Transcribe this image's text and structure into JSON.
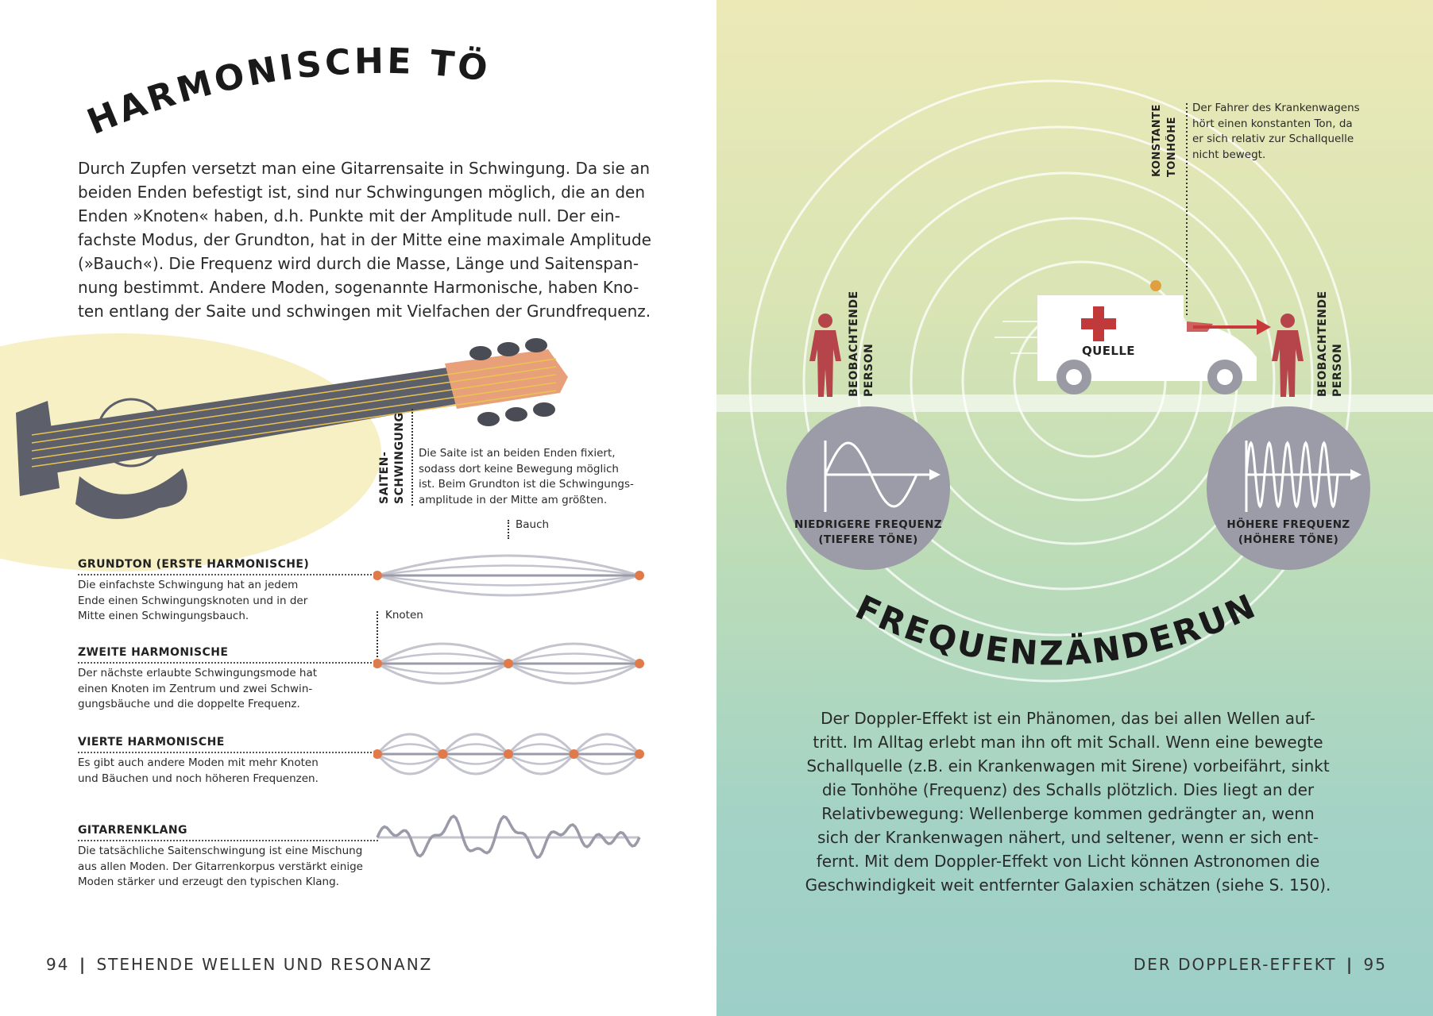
{
  "left_page": {
    "title": "HARMONISCHE TÖNE",
    "intro_lines": [
      "Durch Zupfen versetzt man eine Gitarrensaite in Schwingung. Da sie an",
      "beiden Enden befestigt ist, sind nur Schwingungen möglich, die an den",
      "Enden »Knoten« haben, d.h. Punkte mit der Amplitude null. Der ein-",
      "fachste Modus, der Grundton, hat in der Mitte eine maximale Amplitude",
      "(»Bauch«). Die Frequenz wird durch die Masse, Länge und Saitenspan-",
      "nung bestimmt. Andere Moden, sogenannte Harmonische, haben Kno-",
      "ten entlang der Saite und schwingen mit Vielfachen der Grundfrequenz."
    ],
    "string_annotation": {
      "label_lines": [
        "SAITEN-",
        "SCHWINGUNG"
      ],
      "text_lines": [
        "Die Saite ist an beiden Enden fixiert,",
        "sodass dort keine Bewegung möglich",
        "ist. Beim Grundton ist die Schwingungs-",
        "amplitude in der Mitte am größten."
      ]
    },
    "bauch_label": "Bauch",
    "knoten_label": "Knoten",
    "modes": [
      {
        "heading": "GRUNDTON (ERSTE HARMONISCHE)",
        "lines": [
          "Die einfachste Schwingung hat an jedem",
          "Ende einen Schwingungsknoten und in der",
          "Mitte einen Schwingungsbauch."
        ]
      },
      {
        "heading": "ZWEITE HARMONISCHE",
        "lines": [
          "Der nächste erlaubte Schwingungsmode hat",
          "einen Knoten im Zentrum und zwei Schwin-",
          "gungsbäuche und die doppelte Frequenz."
        ]
      },
      {
        "heading": "VIERTE HARMONISCHE",
        "lines": [
          "Es gibt auch andere Moden mit mehr Knoten",
          "und Bäuchen und noch höheren Frequenzen."
        ]
      },
      {
        "heading": "GITARRENKLANG",
        "lines": [
          "Die tatsächliche Saitenschwingung ist eine Mischung",
          "aus allen Moden. Der Gitarrenkorpus verstärkt einige",
          "Moden stärker und erzeugt den typischen Klang."
        ]
      }
    ],
    "footer": {
      "page_number": "94",
      "separator": "|",
      "section": "STEHENDE WELLEN UND RESONANZ"
    }
  },
  "right_page": {
    "title": "FREQUENZÄNDERUNG",
    "constant_pitch": {
      "label_lines": [
        "KONSTANTE",
        "TONHÖHE"
      ],
      "text_lines": [
        "Der Fahrer des Krankenwagens",
        "hört einen konstanten Ton, da",
        "er sich relativ zur Schallquelle",
        "nicht bewegt."
      ]
    },
    "observer_label_lines": [
      "BEOBACHTENDE",
      "PERSON"
    ],
    "source_label": "QUELLE",
    "low_freq_lines": [
      "NIEDRIGERE FREQUENZ",
      "(TIEFERE TÖNE)"
    ],
    "high_freq_lines": [
      "HÖHERE FREQUENZ",
      "(HÖHERE TÖNE)"
    ],
    "paragraph_lines": [
      "Der Doppler-Effekt ist ein Phänomen, das bei allen Wellen auf-",
      "tritt. Im Alltag erlebt man ihn oft mit Schall. Wenn eine bewegte",
      "Schallquelle (z.B. ein Krankenwagen mit Sirene) vorbeifährt, sinkt",
      "die Tonhöhe (Frequenz) des Schalls plötzlich. Dies liegt an der",
      "Relativbewegung: Wellenberge kommen gedrängter an, wenn",
      "sich der Krankenwagen nähert, und seltener, wenn er sich ent-",
      "fernt. Mit dem Doppler-Effekt von Licht können Astronomen die",
      "Geschwindigkeit weit entfernter Galaxien schätzen (siehe S. 150)."
    ],
    "footer": {
      "section": "DER DOPPLER-EFFEKT",
      "separator": "|",
      "page_number": "95"
    }
  },
  "colors": {
    "node": "#e07a4a",
    "wave": "#9a9aa8",
    "guitar_body": "#f6f0c4",
    "red_cross": "#c0393b",
    "person": "#b5454a",
    "freq_circle": "#9c9ca8"
  }
}
